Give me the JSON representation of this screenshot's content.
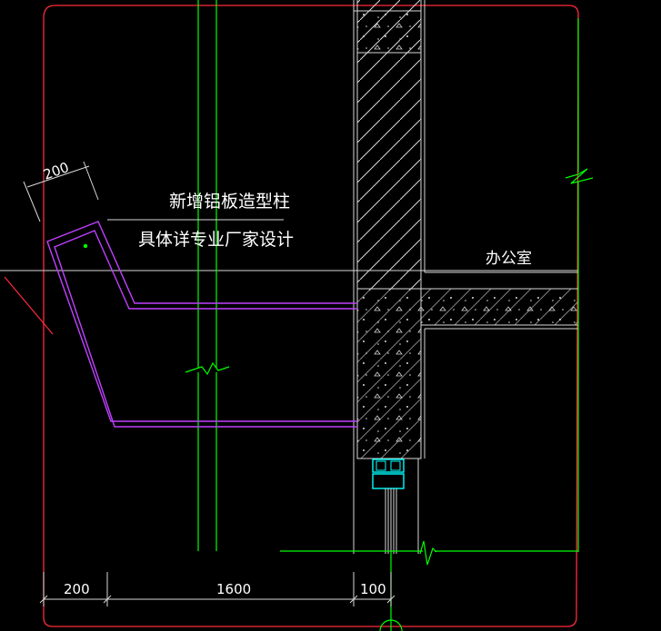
{
  "annotation": {
    "line1": "新增铝板造型柱",
    "line2": "具体详专业厂家设计"
  },
  "room_label": "办公室",
  "dimensions": {
    "column_width": "200",
    "bottom_left": "200",
    "bottom_mid": "1600",
    "bottom_right": "100"
  },
  "colors": {
    "background": "#000000",
    "border": "#ff2a3a",
    "wall": "#d8d8d8",
    "grid": "#00ff00",
    "column": "#c040ff",
    "window": "#00ffff"
  }
}
